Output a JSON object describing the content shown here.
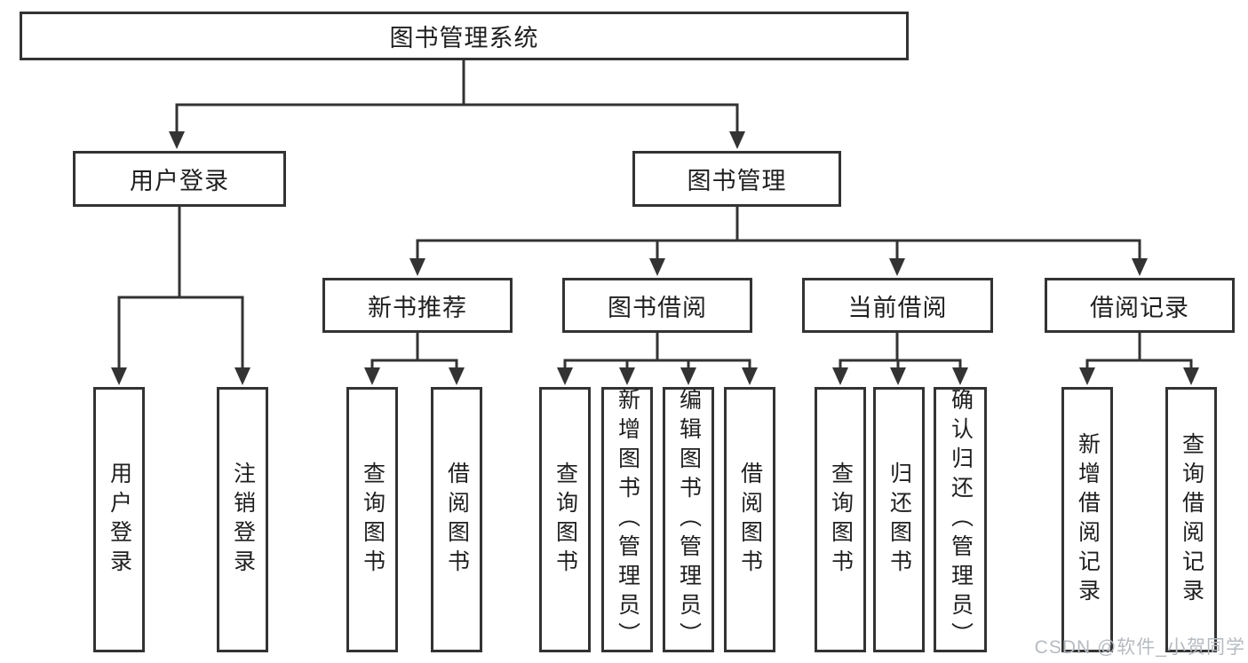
{
  "tree": {
    "root_label": "图书管理系统",
    "branches": [
      {
        "label": "用户登录",
        "children": [
          {
            "label": "用户登录"
          },
          {
            "label": "注销登录"
          }
        ]
      },
      {
        "label": "图书管理",
        "children": [
          {
            "label": "新书推荐",
            "children": [
              {
                "label": "查询图书"
              },
              {
                "label": "借阅图书"
              }
            ]
          },
          {
            "label": "图书借阅",
            "children": [
              {
                "label": "查询图书"
              },
              {
                "label": "新增图书（管理员）"
              },
              {
                "label": "编辑图书（管理员）"
              },
              {
                "label": "借阅图书"
              }
            ]
          },
          {
            "label": "当前借阅",
            "children": [
              {
                "label": "查询图书"
              },
              {
                "label": "归还图书"
              },
              {
                "label": "确认归还（管理员）"
              }
            ]
          },
          {
            "label": "借阅记录",
            "children": [
              {
                "label": "新增借阅记录"
              },
              {
                "label": "查询借阅记录"
              }
            ]
          }
        ]
      }
    ]
  },
  "watermark": "CSDN @软件_小贺同学",
  "colors": {
    "line": "#333333",
    "text": "#1f1f1f",
    "watermark": "#b6bbc1",
    "background": "#ffffff"
  }
}
